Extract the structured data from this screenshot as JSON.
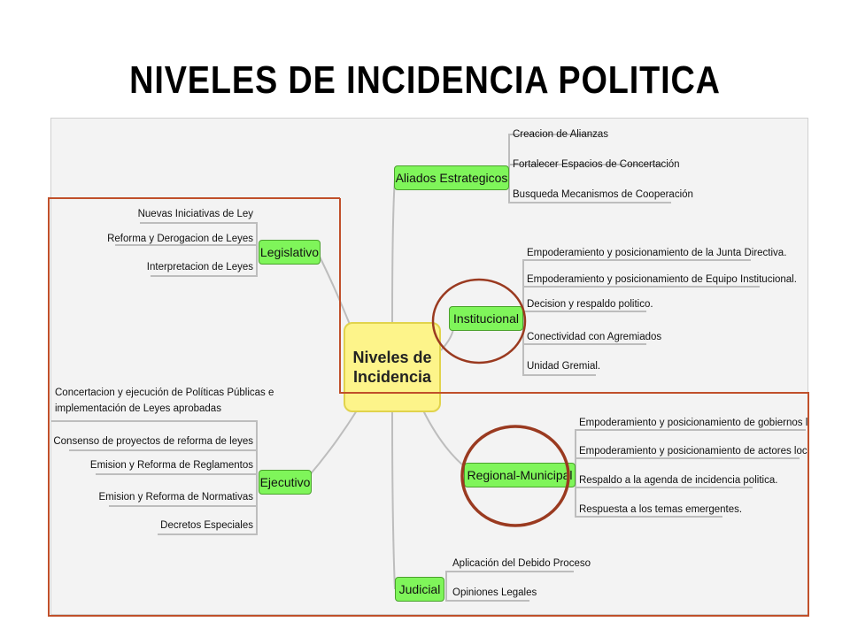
{
  "title": "NIVELES DE INCIDENCIA POLITICA",
  "colors": {
    "accent": "#c0502a",
    "node": "#7ff55a",
    "center": "#fdf48a",
    "circle": "#9a3a20"
  },
  "center": {
    "line1": "Niveles de",
    "line2": "Incidencia"
  },
  "branches": {
    "aliados": {
      "label": "Aliados Estrategicos",
      "items": [
        "Creacion de Alianzas",
        "Fortalecer Espacios de Concertación",
        "Busqueda Mecanismos de Cooperación"
      ]
    },
    "institucional": {
      "label": "Institucional",
      "items": [
        "Empoderamiento y posicionamiento de la Junta Directiva.",
        "Empoderamiento y posicionamiento de Equipo Institucional.",
        "Decision y respaldo politico.",
        "Conectividad con Agremiados",
        "Unidad Gremial."
      ]
    },
    "regional": {
      "label": "Regional-Municipal",
      "items": [
        "Empoderamiento y posicionamiento de gobiernos locales.",
        "Empoderamiento y posicionamiento de actores locales.",
        "Respaldo a la agenda de incidencia politica.",
        "Respuesta a los temas emergentes."
      ]
    },
    "judicial": {
      "label": "Judicial",
      "items": [
        "Aplicación del Debido Proceso",
        "Opiniones Legales"
      ]
    },
    "legislativo": {
      "label": "Legislativo",
      "items": [
        "Nuevas Iniciativas de Ley",
        "Reforma y Derogacion de Leyes",
        "Interpretacion de Leyes"
      ]
    },
    "ejecutivo": {
      "label": "Ejecutivo",
      "items": [
        "Concertacion y ejecución de Políticas Públicas e",
        "implementación de Leyes aprobadas",
        "Consenso de proyectos de reforma de leyes",
        "Emision y Reforma de Reglamentos",
        "Emision y Reforma de Normativas",
        "Decretos Especiales"
      ]
    }
  }
}
